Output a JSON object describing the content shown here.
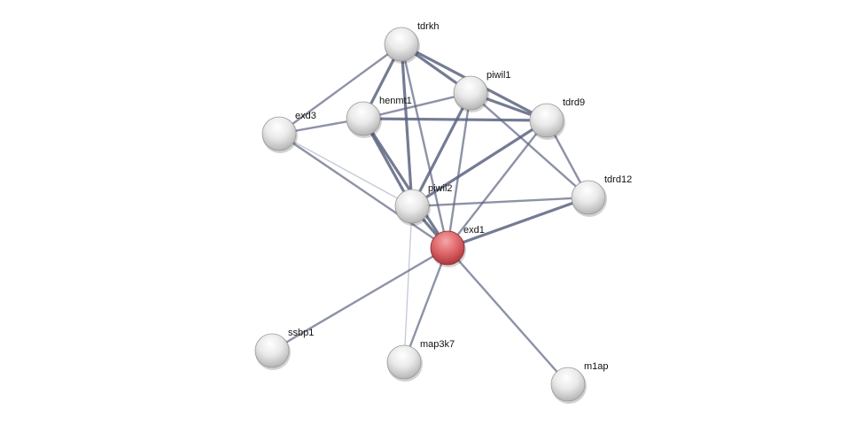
{
  "network": {
    "query_node": "exd1",
    "colors": {
      "edge": "#5c6480",
      "edge_weak": "#aab0c4",
      "node": "#e8e8e8",
      "query_node": "#d9545a"
    },
    "nodes": [
      {
        "id": "tdrkh",
        "label": "tdrkh"
      },
      {
        "id": "piwil1",
        "label": "piwil1"
      },
      {
        "id": "henmt1",
        "label": "henmt1"
      },
      {
        "id": "exd3",
        "label": "exd3"
      },
      {
        "id": "tdrd9",
        "label": "tdrd9"
      },
      {
        "id": "tdrd12",
        "label": "tdrd12"
      },
      {
        "id": "piwil2",
        "label": "piwil2"
      },
      {
        "id": "exd1",
        "label": "exd1"
      },
      {
        "id": "ssbp1",
        "label": "ssbp1"
      },
      {
        "id": "map3k7",
        "label": "map3k7"
      },
      {
        "id": "m1ap",
        "label": "m1ap"
      }
    ],
    "edges": [
      [
        "tdrkh",
        "piwil1",
        "strong"
      ],
      [
        "tdrkh",
        "henmt1",
        "strong"
      ],
      [
        "tdrkh",
        "exd3",
        "medium"
      ],
      [
        "tdrkh",
        "tdrd9",
        "strong"
      ],
      [
        "tdrkh",
        "piwil2",
        "strong"
      ],
      [
        "tdrkh",
        "exd1",
        "medium"
      ],
      [
        "piwil1",
        "henmt1",
        "medium"
      ],
      [
        "piwil1",
        "tdrd9",
        "strong"
      ],
      [
        "piwil1",
        "piwil2",
        "strong"
      ],
      [
        "piwil1",
        "exd1",
        "medium"
      ],
      [
        "piwil1",
        "tdrd12",
        "medium"
      ],
      [
        "henmt1",
        "exd3",
        "medium"
      ],
      [
        "henmt1",
        "tdrd9",
        "strong"
      ],
      [
        "henmt1",
        "piwil2",
        "strong"
      ],
      [
        "henmt1",
        "exd1",
        "strong"
      ],
      [
        "exd3",
        "piwil2",
        "weak"
      ],
      [
        "exd3",
        "exd1",
        "medium"
      ],
      [
        "tdrd9",
        "piwil2",
        "strong"
      ],
      [
        "tdrd9",
        "exd1",
        "medium"
      ],
      [
        "tdrd9",
        "tdrd12",
        "medium"
      ],
      [
        "piwil2",
        "tdrd12",
        "medium"
      ],
      [
        "piwil2",
        "exd1",
        "strong"
      ],
      [
        "piwil2",
        "map3k7",
        "weak"
      ],
      [
        "exd1",
        "tdrd12",
        "strong"
      ],
      [
        "exd1",
        "ssbp1",
        "medium"
      ],
      [
        "exd1",
        "map3k7",
        "medium"
      ],
      [
        "exd1",
        "m1ap",
        "medium"
      ]
    ]
  }
}
